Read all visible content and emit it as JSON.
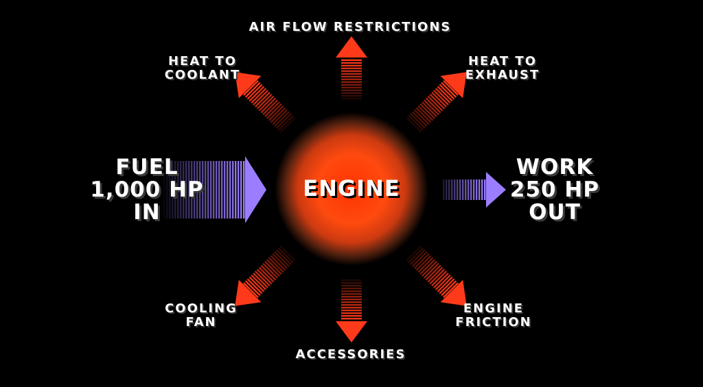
{
  "diagram": {
    "center": {
      "label": "ENGINE",
      "glow_color": "#ff2200",
      "core_color": "#ff3300"
    },
    "input": {
      "lines": [
        "FUEL",
        "1,000 HP",
        "IN"
      ],
      "arrow_color": "#9b7dff"
    },
    "output": {
      "lines": [
        "WORK",
        "250 HP",
        "OUT"
      ],
      "arrow_color": "#9b7dff"
    },
    "losses": {
      "arrow_color": "#ff3a1a",
      "items": [
        {
          "id": "air-flow-restrictions",
          "lines": [
            "AIR FLOW RESTRICTIONS"
          ]
        },
        {
          "id": "heat-to-coolant",
          "lines": [
            "HEAT TO",
            "COOLANT"
          ]
        },
        {
          "id": "heat-to-exhaust",
          "lines": [
            "HEAT TO",
            "EXHAUST"
          ]
        },
        {
          "id": "cooling-fan",
          "lines": [
            "COOLING",
            "FAN"
          ]
        },
        {
          "id": "accessories",
          "lines": [
            "ACCESSORIES"
          ]
        },
        {
          "id": "engine-friction",
          "lines": [
            "ENGINE",
            "FRICTION"
          ]
        }
      ]
    }
  }
}
